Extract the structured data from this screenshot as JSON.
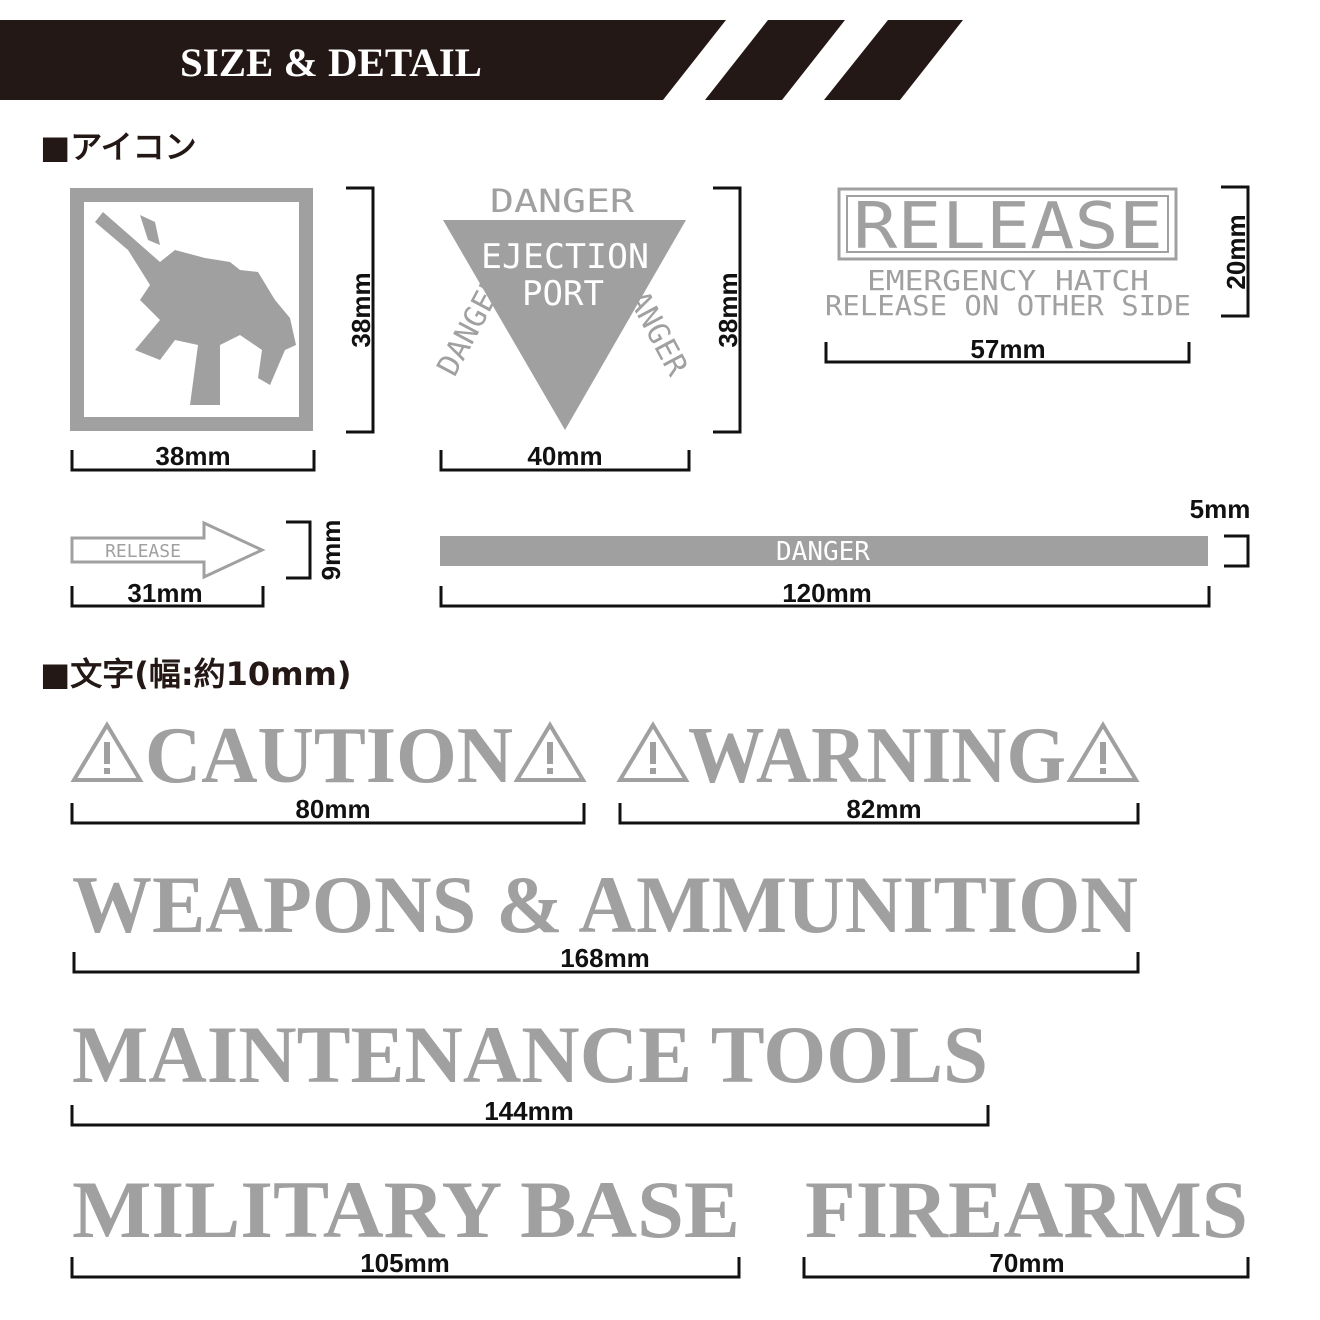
{
  "banner": {
    "title": "SIZE & DETAIL",
    "color": "#231815"
  },
  "sections": {
    "icons_heading": "■アイコン",
    "text_heading": "■文字(幅:約10mm)"
  },
  "colors": {
    "print": "#a0a0a0",
    "dimension": "#111111"
  },
  "icons": {
    "rifle": {
      "icon": "rifle-icon",
      "width": "38mm",
      "height": "38mm"
    },
    "ejection": {
      "top": "DANGER",
      "line1": "EJECTION",
      "line2": "PORT",
      "left": "DANGER",
      "right": "DANGER",
      "width": "40mm",
      "height": "38mm"
    },
    "release_hatch": {
      "title": "RELEASE",
      "line1": "EMERGENCY HATCH",
      "line2": "RELEASE ON OTHER SIDE",
      "width": "57mm",
      "height": "20mm"
    },
    "release_arrow": {
      "label": "RELEASE",
      "width": "31mm",
      "height": "9mm"
    },
    "danger_bar": {
      "label": "DANGER",
      "width": "120mm",
      "height": "5mm"
    }
  },
  "words": [
    {
      "text": "CAUTION",
      "width": "80mm"
    },
    {
      "text": "WARNING",
      "width": "82mm"
    },
    {
      "text": "WEAPONS & AMMUNITION",
      "width": "168mm"
    },
    {
      "text": "MAINTENANCE TOOLS",
      "width": "144mm"
    },
    {
      "text": "MILITARY BASE",
      "width": "105mm"
    },
    {
      "text": "FIREARMS",
      "width": "70mm"
    }
  ]
}
